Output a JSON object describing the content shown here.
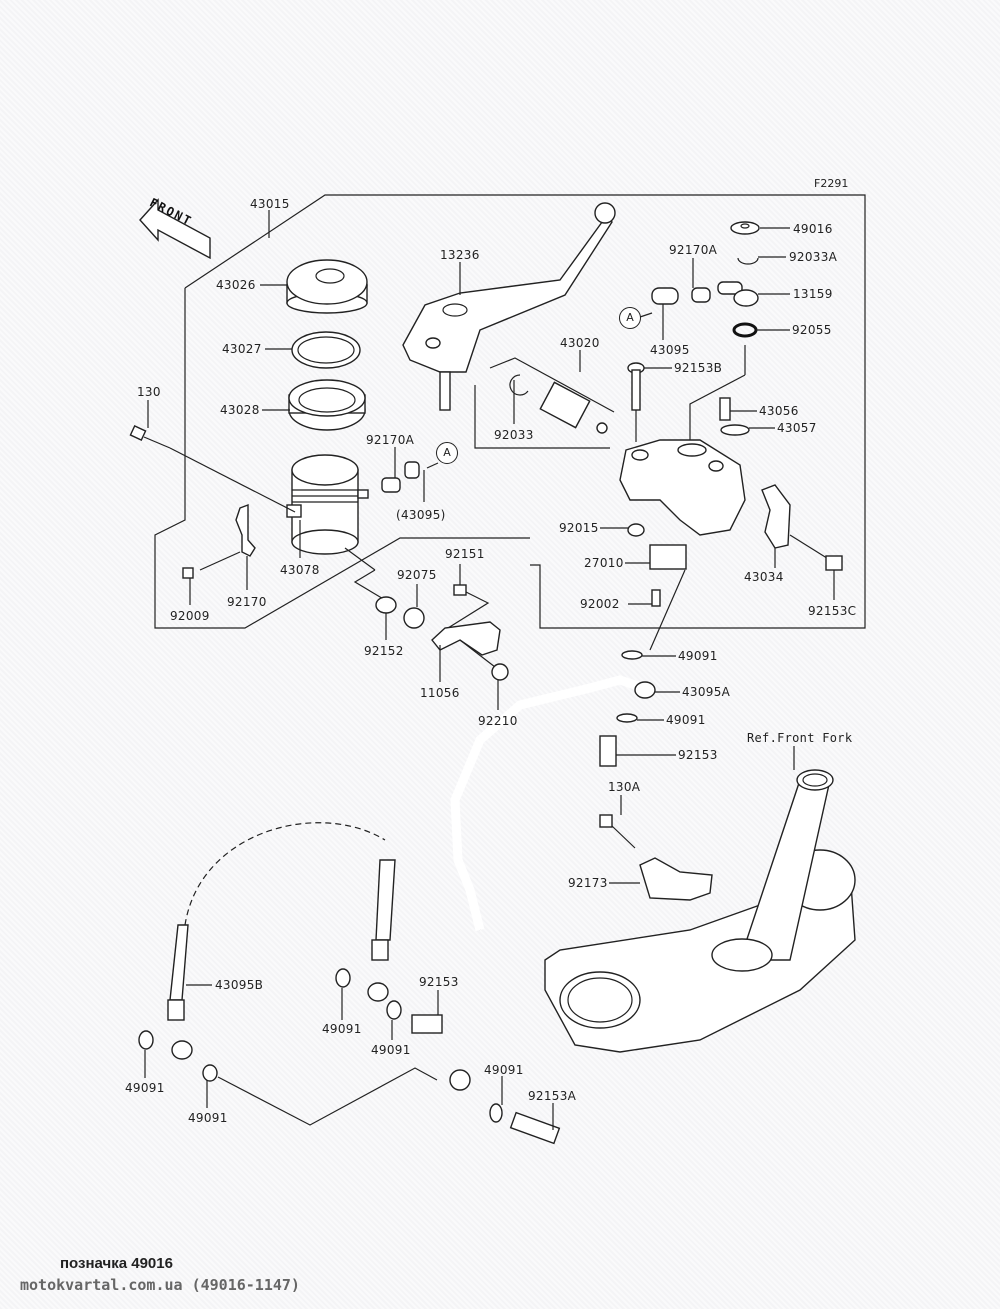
{
  "figure_code": "F2291",
  "front_marker": "FRONT",
  "reference_note": "Ref.Front Fork",
  "connector_marker": "A",
  "parts": {
    "p43015": "43015",
    "p43026": "43026",
    "p43027": "43027",
    "p43028": "43028",
    "p130": "130",
    "p92170A_left": "92170A",
    "p43095_paren": "(43095)",
    "p43078": "43078",
    "p92009": "92009",
    "p92170": "92170",
    "p92152": "92152",
    "p92075": "92075",
    "p92151": "92151",
    "p11056": "11056",
    "p92210": "92210",
    "p13236": "13236",
    "p43020": "43020",
    "p92033": "92033",
    "p92170A_right": "92170A",
    "p43095": "43095",
    "p49016": "49016",
    "p92033A": "92033A",
    "p13159": "13159",
    "p92055": "92055",
    "p92153B": "92153B",
    "p43056": "43056",
    "p43057": "43057",
    "p92015": "92015",
    "p27010": "27010",
    "p92002": "92002",
    "p43034": "43034",
    "p92153C": "92153C",
    "p49091_a": "49091",
    "p43095A": "43095A",
    "p49091_b": "49091",
    "p92153_a": "92153",
    "p130A": "130A",
    "p92173": "92173",
    "p43095B": "43095B",
    "p49091_c": "49091",
    "p49091_d": "49091",
    "p49091_e": "49091",
    "p49091_f": "49091",
    "p92153_b": "92153",
    "p49091_g": "49091",
    "p92153A": "92153A"
  },
  "footer": {
    "part_caption": "позначка 49016",
    "source": "motokvartal.com.ua (49016-1147)"
  }
}
